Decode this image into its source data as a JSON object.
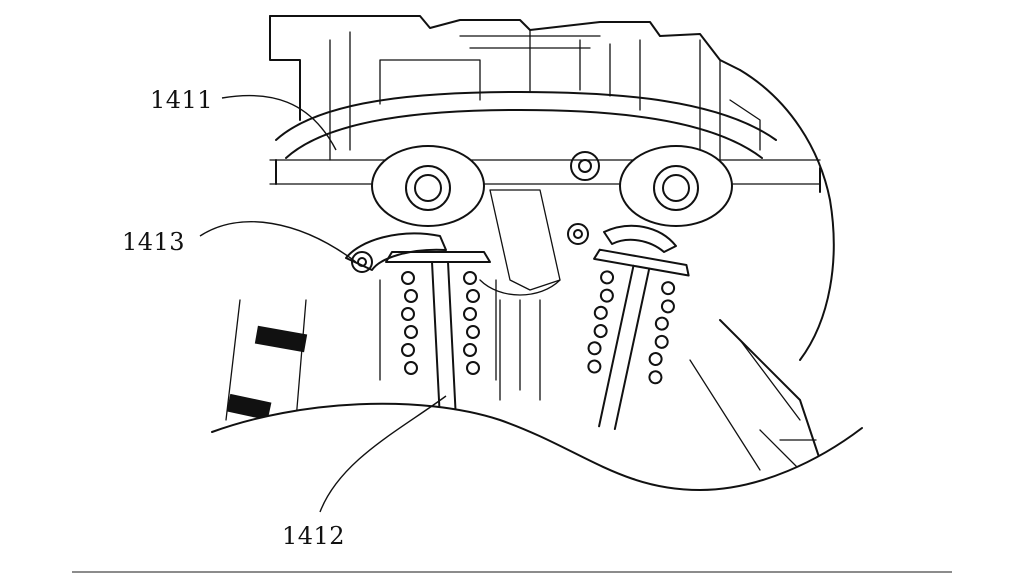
{
  "figure": {
    "labels": {
      "cam_or_rocker": "1411",
      "lever": "1413",
      "valve_stem": "1412"
    }
  },
  "colors": {
    "ink": "#111111",
    "paper": "#ffffff"
  }
}
